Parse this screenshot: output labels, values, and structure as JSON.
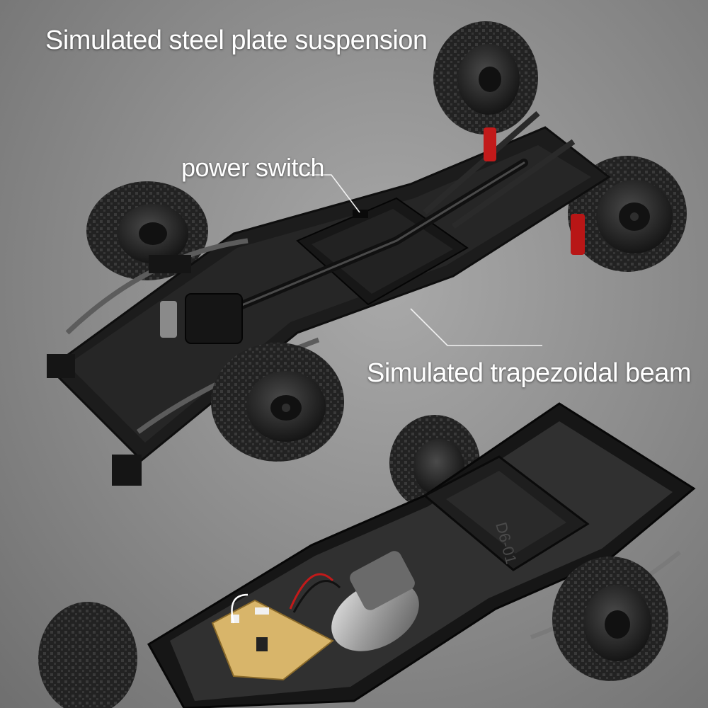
{
  "labels": {
    "suspension": "Simulated steel plate suspension",
    "power_switch": "power switch",
    "beam": "Simulated trapezoidal beam"
  },
  "markings": {
    "battery_tray": "D6-01"
  },
  "colors": {
    "background": "#8f8f8f",
    "chassis": "#1b1b1b",
    "tire": "#222222",
    "shock_spring": "#c21a1a",
    "label_text": "#ffffff"
  }
}
